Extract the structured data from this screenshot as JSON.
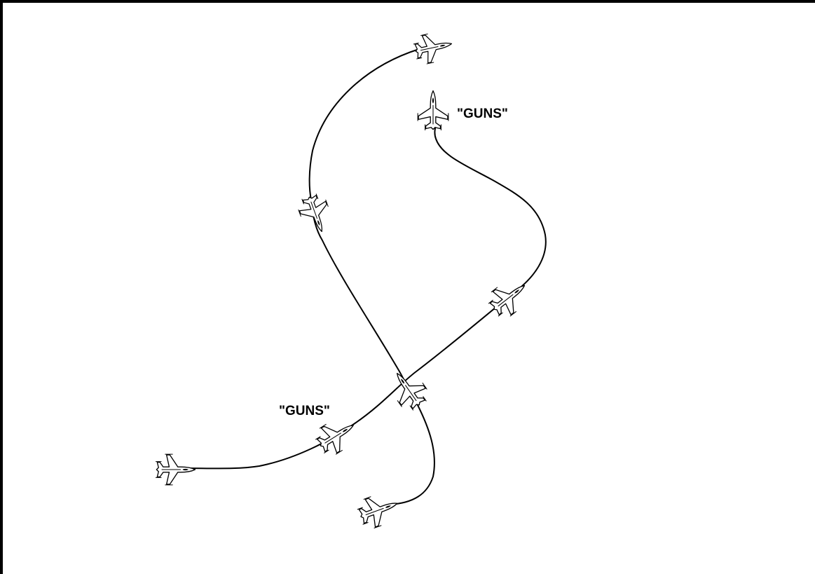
{
  "diagram": {
    "callouts": [
      {
        "id": "guns-upper",
        "text": "\"GUNS\""
      },
      {
        "id": "guns-lower",
        "text": "\"GUNS\""
      }
    ],
    "aircraft_icon": "fighter-jet-icon",
    "line_color": "#000000",
    "background_color": "#ffffff"
  }
}
